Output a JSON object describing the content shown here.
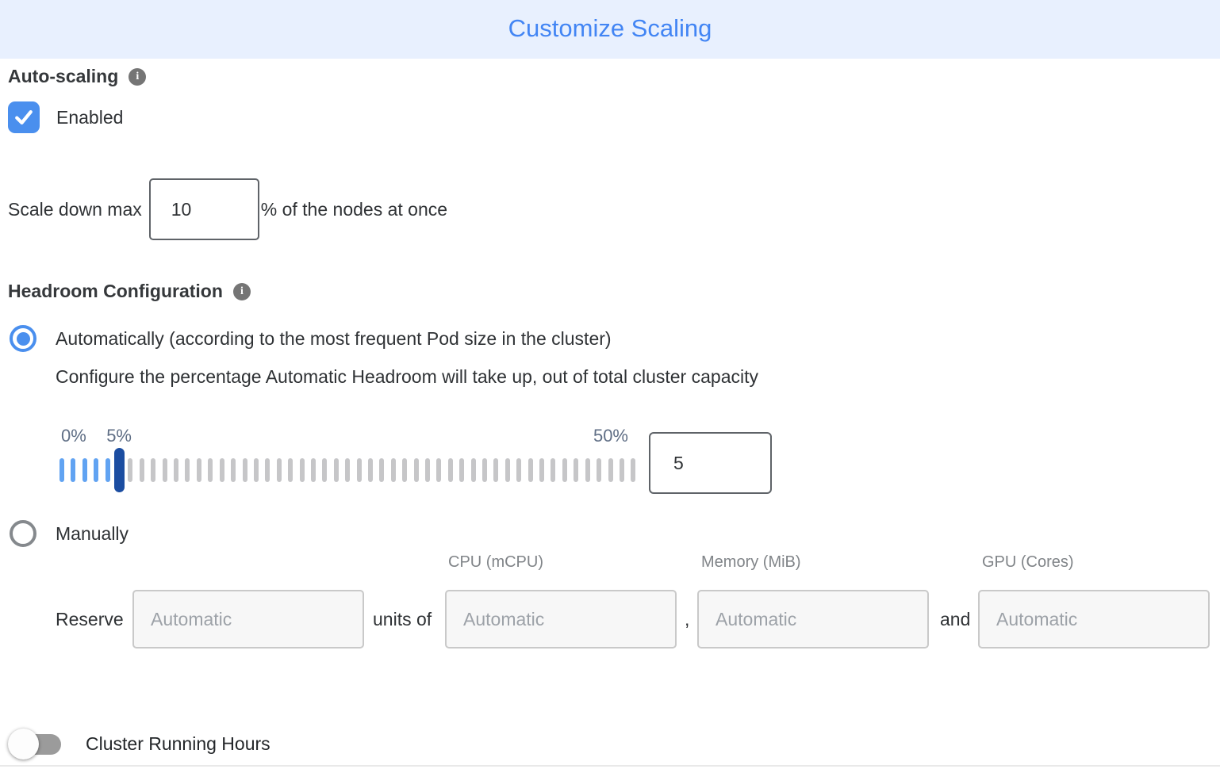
{
  "header": {
    "title": "Customize Scaling"
  },
  "auto_scaling": {
    "label": "Auto-scaling",
    "info_icon": "info-icon",
    "checkbox_checked": true,
    "enabled_label": "Enabled"
  },
  "scale_down": {
    "label": "Scale down max",
    "value": "10",
    "suffix": "% of the nodes at once"
  },
  "headroom": {
    "label": "Headroom Configuration",
    "info_icon": "info-icon",
    "auto_option": "Automatically (according to the most frequent Pod size in the cluster)",
    "auto_option_selected": true,
    "auto_description": "Configure the percentage Automatic Headroom will take up, out of total cluster capacity",
    "slider": {
      "min": 0,
      "max": 50,
      "value": 5,
      "min_label": "0%",
      "current_label": "5%",
      "max_label": "50%"
    },
    "value_input": "5",
    "manual_option": "Manually",
    "manual_option_selected": false
  },
  "reserve": {
    "label": "Reserve",
    "units_of_label": "units of",
    "comma_label": ",",
    "and_label": "and",
    "columns": [
      "CPU (mCPU)",
      "Memory (MiB)",
      "GPU (Cores)"
    ],
    "placeholder": "Automatic"
  },
  "cluster_running_hours": {
    "label": "Cluster Running Hours",
    "enabled": false
  },
  "colors": {
    "accent_blue": "#4a8fee",
    "title_blue": "#4285f4",
    "header_bg": "#e8f0fe",
    "slider_handle": "#1b4da1",
    "slider_tick_active": "#61a3f2",
    "slider_tick_inactive": "#c6c6c8"
  }
}
